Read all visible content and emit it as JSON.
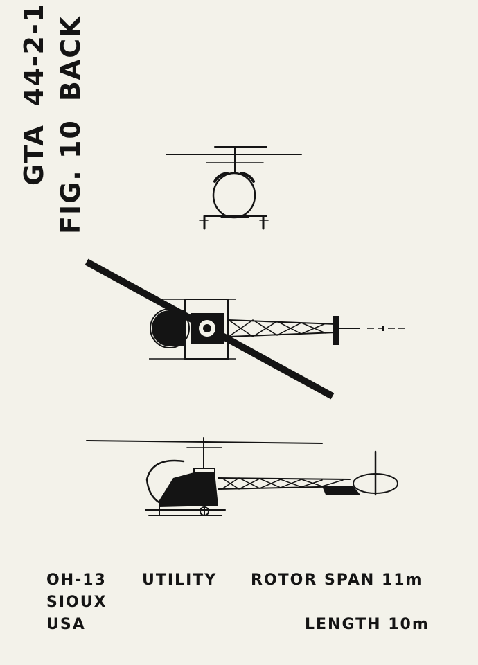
{
  "card": {
    "gta_line": [
      "GTA",
      "44-2-1"
    ],
    "fig_line": [
      "FIG. 10",
      "BACK"
    ]
  },
  "info": {
    "designation": "OH-13",
    "role": "UTILITY",
    "rotor_span": "ROTOR SPAN 11m",
    "name": "SIOUX",
    "country": "USA",
    "length": "LENGTH 10m"
  },
  "colors": {
    "paper": "#f3f2ea",
    "ink": "#141414"
  },
  "icons": [
    "helicopter-front-view",
    "helicopter-top-view",
    "helicopter-side-view"
  ]
}
